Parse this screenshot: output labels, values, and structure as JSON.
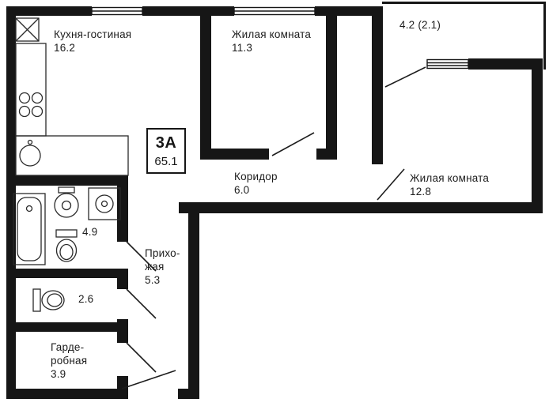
{
  "badge": {
    "type_label": "3А",
    "total_area": "65.1"
  },
  "labels": {
    "kitchen": {
      "name": "Кухня-гостиная",
      "area": "16.2"
    },
    "living_room_1": {
      "name": "Жилая комната",
      "area": "11.3"
    },
    "balcony": {
      "area": "4.2 (2.1)"
    },
    "corridor": {
      "name": "Коридор",
      "area": "6.0"
    },
    "living_room_2": {
      "name": "Жилая комната",
      "area": "12.8"
    },
    "bathroom": {
      "area": "4.9"
    },
    "hallway": {
      "line1": "Прихо-",
      "line2": "жая",
      "area": "5.3"
    },
    "wc": {
      "area": "2.6"
    },
    "wardrobe": {
      "line1": "Гарде-",
      "line2": "робная",
      "area": "3.9"
    }
  },
  "fixtures": [
    "ventilation-shaft",
    "kitchen-counter",
    "stove",
    "kitchen-sink",
    "bathtub",
    "pedestal-sink",
    "washing-machine",
    "toilet-bathroom",
    "toilet-wc",
    "window-kitchen",
    "window-living-room-1",
    "window-balcony",
    "door-living-room-1",
    "door-balcony",
    "door-living-room-2",
    "door-bathroom",
    "door-wc",
    "door-wardrobe",
    "entrance-door"
  ],
  "colors": {
    "wall": "#161616",
    "text": "#1d1d1d",
    "background": "#ffffff"
  }
}
